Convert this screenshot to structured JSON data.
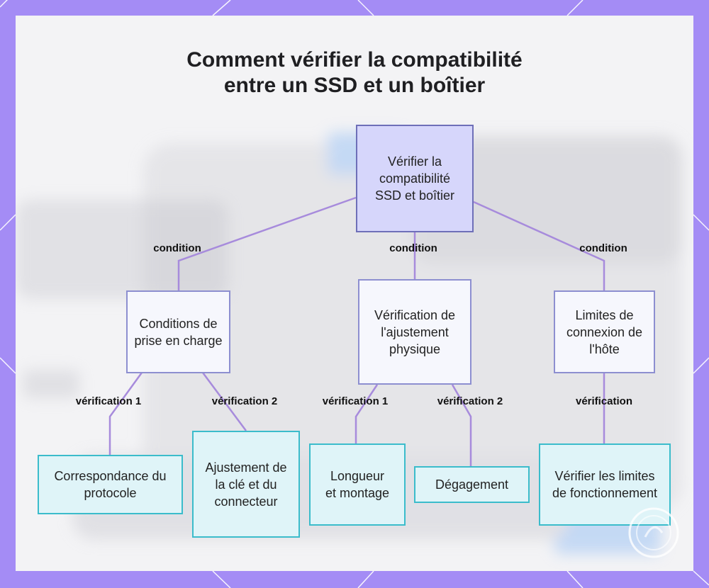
{
  "title": {
    "line1": "Comment vérifier la compatibilité",
    "line2": "entre un SSD et un boîtier"
  },
  "nodes": {
    "root": "Vérifier la compatibilité SSD et boîtier",
    "support": "Conditions de prise en charge",
    "physical": "Vérification de l'ajustement physique",
    "host": "Limites de connexion de l'hôte",
    "protocol": "Correspondance du protocole",
    "key": "Ajustement de la clé et du connecteur",
    "length": "Longueur et montage",
    "clearance": "Dégagement",
    "limits": "Vérifier les limites de fonctionnement"
  },
  "edge_labels": {
    "condition_left": "condition",
    "condition_center": "condition",
    "condition_right": "condition",
    "verif1_left": "vérification 1",
    "verif2_left": "vérification 2",
    "verif1_center": "vérification 1",
    "verif2_center": "vérification 2",
    "verif_right": "vérification"
  },
  "colors": {
    "frame": "#a48cf5",
    "root_fill": "#d6d6fb",
    "mid_fill": "#f6f7fd",
    "leaf_fill": "#dff4f8",
    "leaf_border": "#3bbccb",
    "connector": "#a78bdc"
  }
}
